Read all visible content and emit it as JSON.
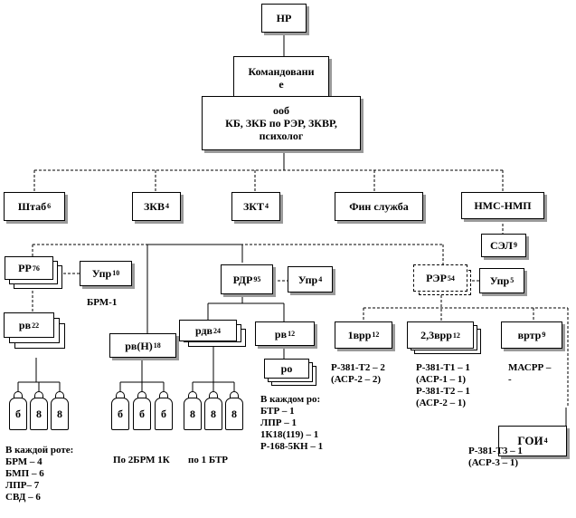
{
  "nodes": {
    "hr": "НР",
    "command": {
      "line1": "Командовани",
      "line2": "е",
      "line3": "ооб",
      "line4": "КБ, ЗКБ по РЭР, ЗКВР,",
      "line5": "психолог"
    },
    "shtab": {
      "label": "Штаб",
      "sub": "6"
    },
    "zkv": {
      "label": "ЗКВ",
      "sub": "4"
    },
    "zkt": {
      "label": "ЗКТ",
      "sub": "4"
    },
    "fin": "Фин служба",
    "nms": "НМС-НМП",
    "sel": {
      "label": "СЭЛ",
      "sub": "9"
    },
    "rr": {
      "label": "РР",
      "sub": "76"
    },
    "upr10": {
      "label": "Упр",
      "sub": "10"
    },
    "rv22": {
      "label": "рв",
      "sub": "22"
    },
    "rvn": {
      "label": "рв(Н)",
      "sub": "18"
    },
    "rdr": {
      "label": "РДР",
      "sub": "95"
    },
    "upr4": {
      "label": "Упр",
      "sub": "4"
    },
    "rdv": {
      "label": "рдв",
      "sub": "24"
    },
    "rv12": {
      "label": "рв",
      "sub": "12"
    },
    "ro": "ро",
    "rer": {
      "label": "РЭР",
      "sub": "54"
    },
    "upr5": {
      "label": "Упр",
      "sub": "5"
    },
    "vrr1": {
      "label": "1врр",
      "sub": "12"
    },
    "vrr23": {
      "label": "2,3врр",
      "sub": "12"
    },
    "vrtr": {
      "label": "вртр",
      "sub": "9"
    },
    "goi": {
      "label": "ГОИ",
      "sub": "4"
    }
  },
  "texts": {
    "brm1": "БРМ-1",
    "rota": [
      "В каждой роте:",
      "БРМ – 4",
      "БМП – 6",
      "ЛПР– 7",
      "СВД – 6"
    ],
    "po2brm": "По 2БРМ 1К",
    "po1btr": "по 1 БТР",
    "in_ro": [
      "В каждом ро:",
      "БТР – 1",
      "ЛПР – 1",
      "1К18(119) – 1",
      "Р-168-5КН – 1"
    ],
    "vrr1": [
      "Р-381-Т2 – 2",
      "(АСР-2 – 2)"
    ],
    "vrr23": [
      "Р-381-Т1 – 1",
      "(АСР-1 – 1)",
      "Р-381-Т2 – 1",
      "(АСР-2 – 1)"
    ],
    "masrr": [
      "МАСРР –",
      "-"
    ],
    "goi": [
      "Р-381-Т3 – 1",
      "(АСР-3 – 1)"
    ]
  },
  "vehicles": {
    "group1": [
      "б",
      "8",
      "8"
    ],
    "group2": [
      "б",
      "б",
      "б"
    ],
    "group3": [
      "8",
      "8",
      "8"
    ]
  }
}
